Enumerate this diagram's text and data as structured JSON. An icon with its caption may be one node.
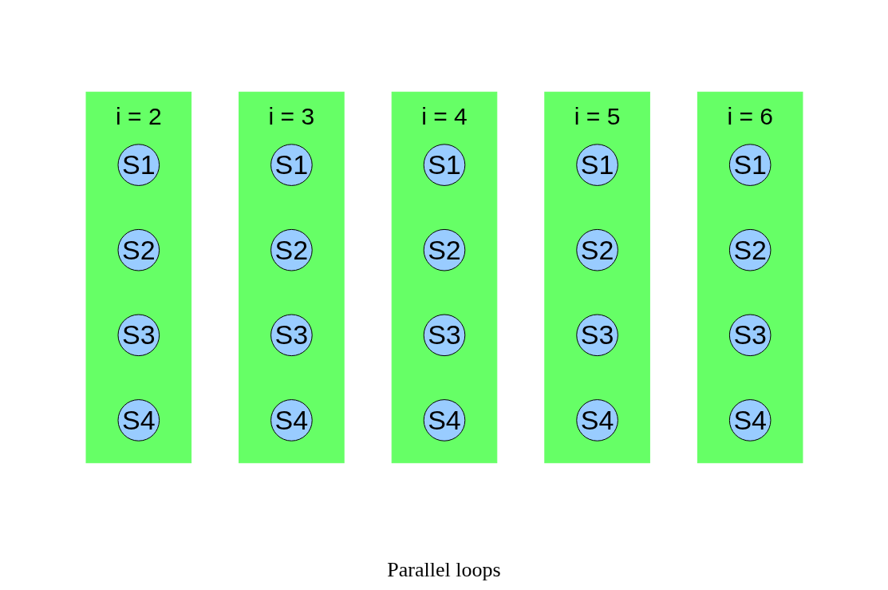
{
  "diagram": {
    "caption": "Parallel loops",
    "nodes": [
      {
        "text": [
          "i = 2"
        ]
      },
      {
        "text": [
          "S1"
        ],
        "in": 0
      },
      {
        "text": [
          "S2"
        ],
        "in": 0
      },
      {
        "text": [
          "S3"
        ],
        "in": 0
      },
      {
        "text": [
          "S4"
        ],
        "in": 0
      },
      {
        "text": [
          "i = 3"
        ]
      },
      {
        "text": [
          "S1"
        ],
        "in": 5
      },
      {
        "text": [
          "S2"
        ],
        "in": 5
      },
      {
        "text": [
          "S3"
        ],
        "in": 5
      },
      {
        "text": [
          "S4"
        ],
        "in": 5
      },
      {
        "text": [
          "i = 4"
        ]
      },
      {
        "text": [
          "S1"
        ],
        "in": 10
      },
      {
        "text": [
          "S2"
        ],
        "in": 10
      },
      {
        "text": [
          "S3"
        ],
        "in": 10
      },
      {
        "text": [
          "S4"
        ],
        "in": 10
      },
      {
        "text": [
          "i = 5"
        ]
      },
      {
        "text": [
          "S1"
        ],
        "in": 15
      },
      {
        "text": [
          "S2"
        ],
        "in": 15
      },
      {
        "text": [
          "S3"
        ],
        "in": 15
      },
      {
        "text": [
          "S4"
        ],
        "in": 15
      },
      {
        "text": [
          "i = 6"
        ]
      },
      {
        "text": [
          "S1"
        ],
        "in": 20
      },
      {
        "text": [
          "S2"
        ],
        "in": 20
      },
      {
        "text": [
          "S3"
        ],
        "in": 20
      },
      {
        "text": [
          "S4"
        ],
        "in": 20
      }
    ],
    "edges": []
  }
}
